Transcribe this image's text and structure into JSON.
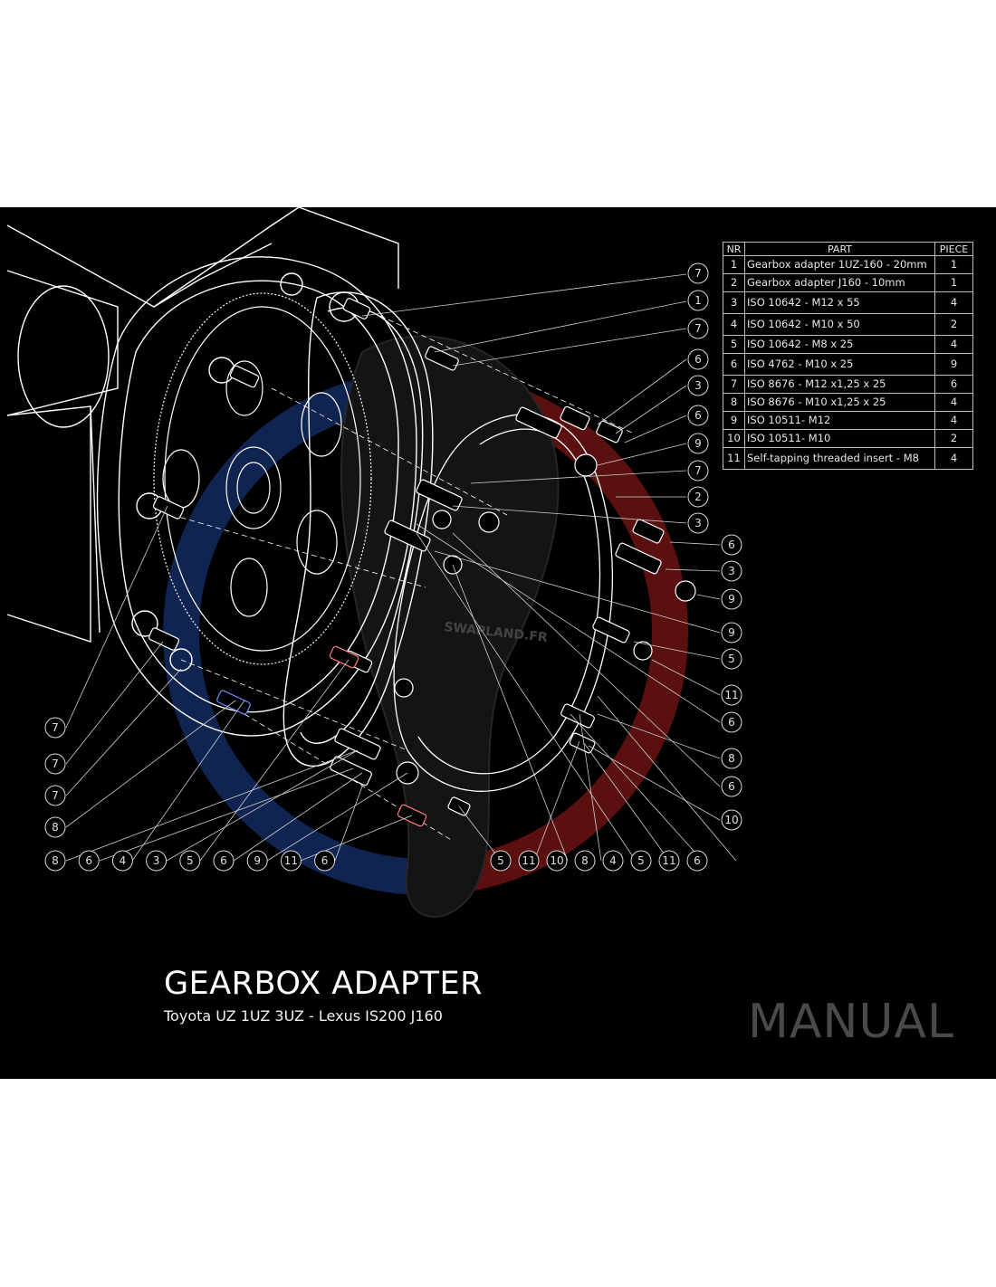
{
  "watermark": "SWAPLAND.FR",
  "table": {
    "headers": [
      "NR",
      "PART",
      "PIECE"
    ],
    "rows": [
      {
        "nr": "1",
        "part": "Gearbox adapter 1UZ-160 - 20mm",
        "piece": "1"
      },
      {
        "nr": "2",
        "part": "Gearbox adapter J160 - 10mm",
        "piece": "1"
      },
      {
        "nr": "3",
        "part": "ISO 10642 - M12 x 55",
        "piece": "4"
      },
      {
        "nr": "4",
        "part": "ISO 10642 - M10 x 50",
        "piece": "2"
      },
      {
        "nr": "5",
        "part": "ISO 10642 - M8 x 25",
        "piece": "4"
      },
      {
        "nr": "6",
        "part": "ISO 4762 - M10 x 25",
        "piece": "9"
      },
      {
        "nr": "7",
        "part": "ISO 8676 - M12 x1,25 x 25",
        "piece": "6"
      },
      {
        "nr": "8",
        "part": "ISO 8676 - M10 x1,25 x 25",
        "piece": "4"
      },
      {
        "nr": "9",
        "part": "ISO 10511- M12",
        "piece": "4"
      },
      {
        "nr": "10",
        "part": "ISO 10511- M10",
        "piece": "2"
      },
      {
        "nr": "11",
        "part": "Self-tapping threaded insert - M8",
        "piece": "4"
      }
    ]
  },
  "callouts": {
    "right": [
      "7",
      "1",
      "7",
      "6",
      "3",
      "6",
      "9",
      "7",
      "2",
      "3",
      "6",
      "3",
      "9",
      "9",
      "5",
      "11",
      "6",
      "8",
      "6",
      "10"
    ],
    "left": [
      "7",
      "7",
      "7",
      "8"
    ],
    "bottom_left": [
      "8",
      "6",
      "4",
      "3",
      "5",
      "6",
      "9",
      "11",
      "6"
    ],
    "bottom_right": [
      "5",
      "11",
      "10",
      "8",
      "4",
      "5",
      "11",
      "6"
    ]
  },
  "title": "GEARBOX ADAPTER",
  "subtitle": "Toyota UZ 1UZ 3UZ - Lexus IS200 J160",
  "badge": "MANUAL",
  "colors": {
    "background": "#000000",
    "line": "#ffffff",
    "watermark_red": "#8c1a1a",
    "watermark_blue": "#16306e",
    "badge": "#4a4a4a"
  }
}
